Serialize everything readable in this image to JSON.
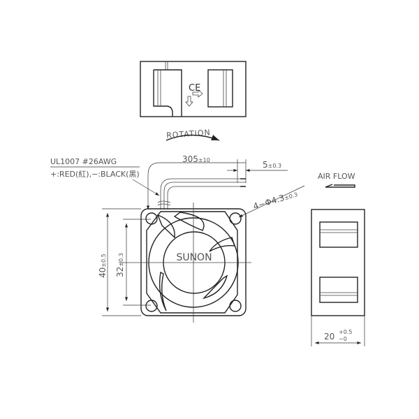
{
  "drawing": {
    "brand": "SUNON",
    "rotation_label": "ROTATION",
    "airflow_label": "AIR FLOW",
    "wire_spec": "UL1007  #26AWG",
    "wire_colors": "+:RED(紅),−:BLACK(黑)",
    "lead_length": "305",
    "lead_length_tol": "±10",
    "strip_length": "5",
    "strip_length_tol": "±0.3",
    "hole_spec": "4−Φ4.3",
    "hole_spec_tol": "±0.3",
    "frame_size": "40",
    "frame_size_tol": "±0.5",
    "hole_pitch": "32",
    "hole_pitch_tol": "±0.3",
    "thickness": "20",
    "thickness_tol_plus": "+0.5",
    "thickness_tol_minus": "−0",
    "ce_mark": "CE"
  }
}
